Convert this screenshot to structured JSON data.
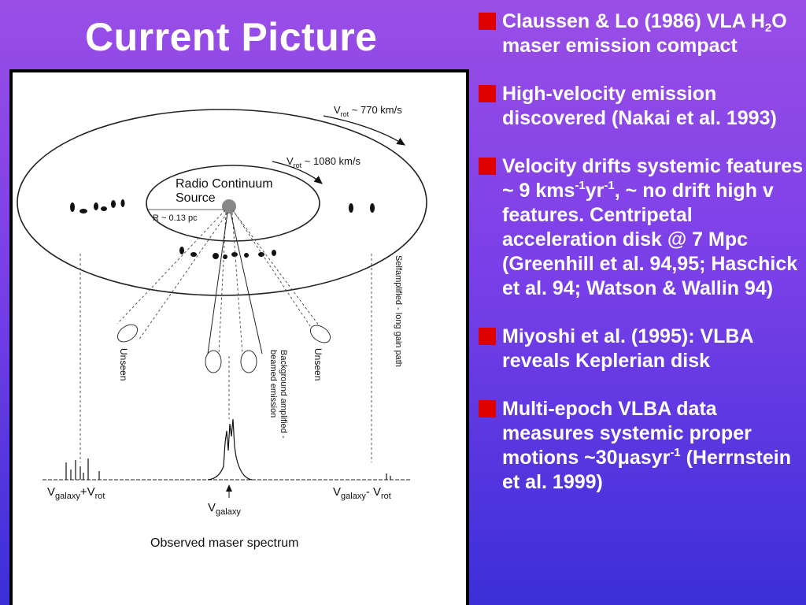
{
  "slide": {
    "title": "Current Picture"
  },
  "figure": {
    "v_rot_outer_label": "V",
    "v_rot_outer_sub": "rot",
    "v_rot_outer_value": " ~ 770 km/s",
    "v_rot_inner_label": "V",
    "v_rot_inner_sub": "rot",
    "v_rot_inner_value": " ~ 1080 km/s",
    "radio_line1": "Radio Continuum",
    "radio_line2": "Source",
    "radius": "R ~ 0.13 pc",
    "unseen_left": "Unseen",
    "unseen_right": "Unseen",
    "background_line1": "Background amplified -",
    "background_line2": "beamed emission",
    "selfamplified": "Selfamplified - long gain path",
    "vgal_plus_v": "V",
    "vgal_plus_sub1": "galaxy",
    "vgal_plus_op": "+V",
    "vgal_plus_sub2": "rot",
    "vgal_v": "V",
    "vgal_sub": "galaxy",
    "vgal_minus_v": "V",
    "vgal_minus_sub1": "galaxy",
    "vgal_minus_op": "- V",
    "vgal_minus_sub2": "rot",
    "caption": "Observed maser spectrum"
  },
  "bullets": [
    {
      "pre": "Claussen & Lo (1986) VLA H",
      "sub": "2",
      "post": "O maser emission compact"
    },
    {
      "text": "High-velocity emission discovered   (Nakai et al. 1993)"
    },
    {
      "p1": "Velocity drifts systemic features ~ 9 kms",
      "sup1": "-1",
      "p2": "yr",
      "sup2": "-1",
      "p3": ", ~ no drift high v features. Centripetal acceleration disk @ 7 Mpc (Greenhill et al. 94,95; Haschick et al.  94; Watson & Wallin 94)"
    },
    {
      "text": "Miyoshi et al. (1995): VLBA reveals Keplerian disk"
    },
    {
      "p1": "Multi-epoch VLBA data measures systemic proper motions ~30μasyr",
      "sup1": "-1",
      "p2": " (Herrnstein et al. 1999)"
    }
  ],
  "colors": {
    "bullet_square": "#e10000",
    "text": "#ffffff",
    "background_top": "#9a4ee6",
    "background_bottom": "#3b2fd8"
  }
}
